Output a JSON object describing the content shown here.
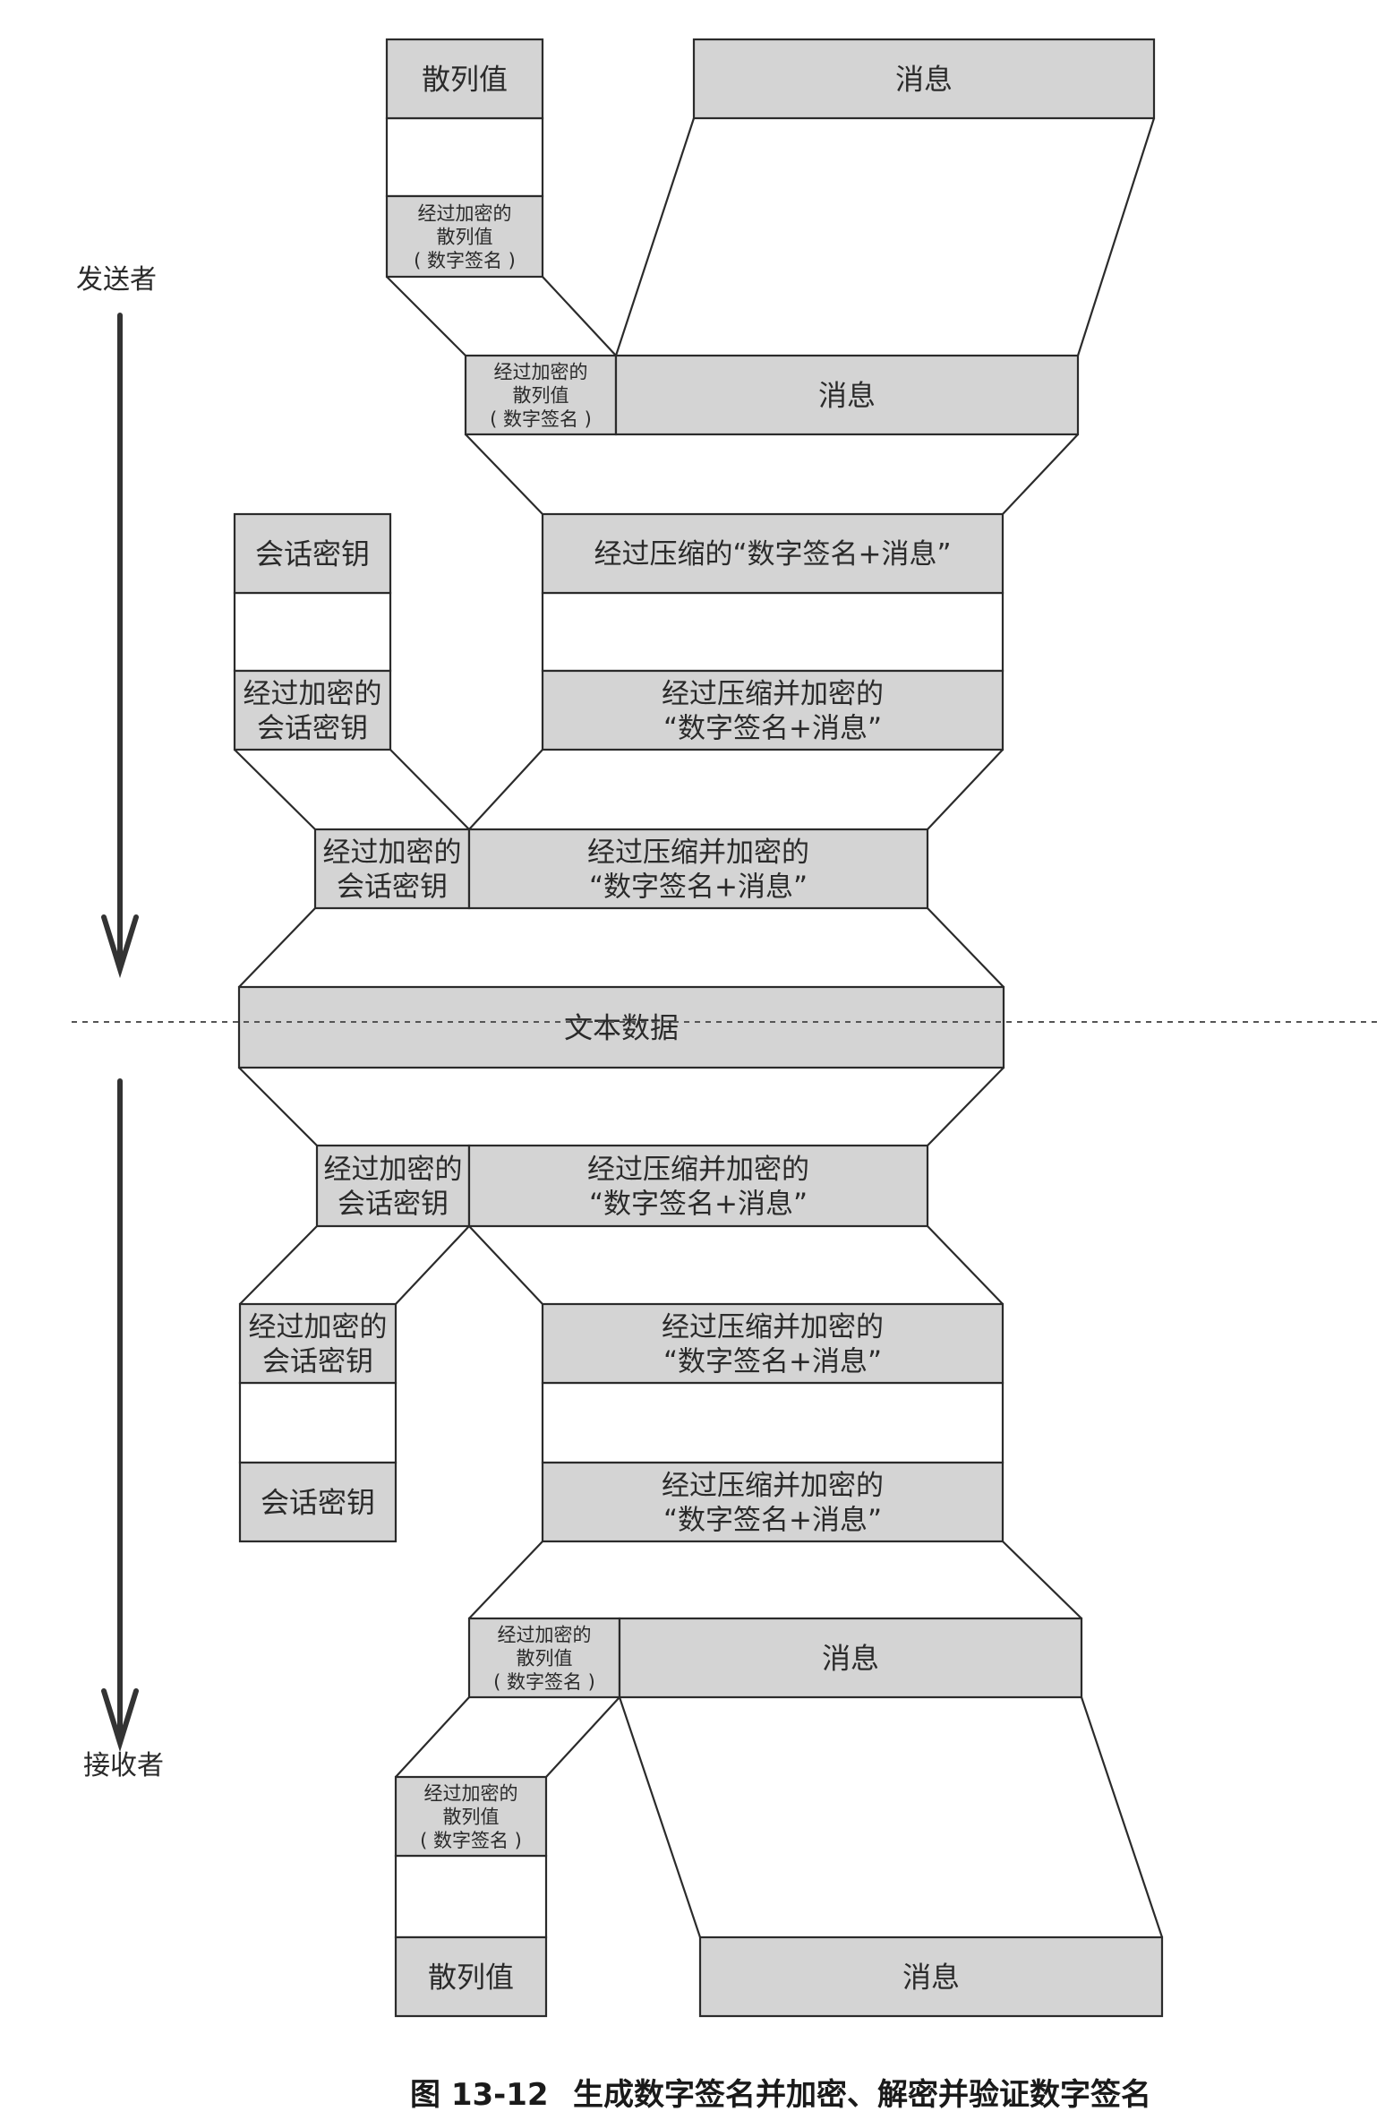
{
  "sender_label": "发送者",
  "receiver_label": "接收者",
  "caption": {
    "figure_no": "图 13-12",
    "title": "生成数字签名并加密、解密并验证数字签名"
  },
  "colors": {
    "fill": "#d4d4d4",
    "stroke": "#2b2b2b",
    "background": "#ffffff"
  },
  "texts": {
    "hash_value": "散列值",
    "message": "消息",
    "enc_hash": [
      "经过加密的",
      "散列值",
      "( 数字签名 )"
    ],
    "session_key": "会话密钥",
    "enc_session_key": [
      "经过加密的",
      "会话密钥"
    ],
    "compressed": "经过压缩的“数字签名+消息”",
    "compressed_encrypted": [
      "经过压缩并加密的",
      "“数字签名+消息”"
    ],
    "text_data": "文本数据"
  }
}
